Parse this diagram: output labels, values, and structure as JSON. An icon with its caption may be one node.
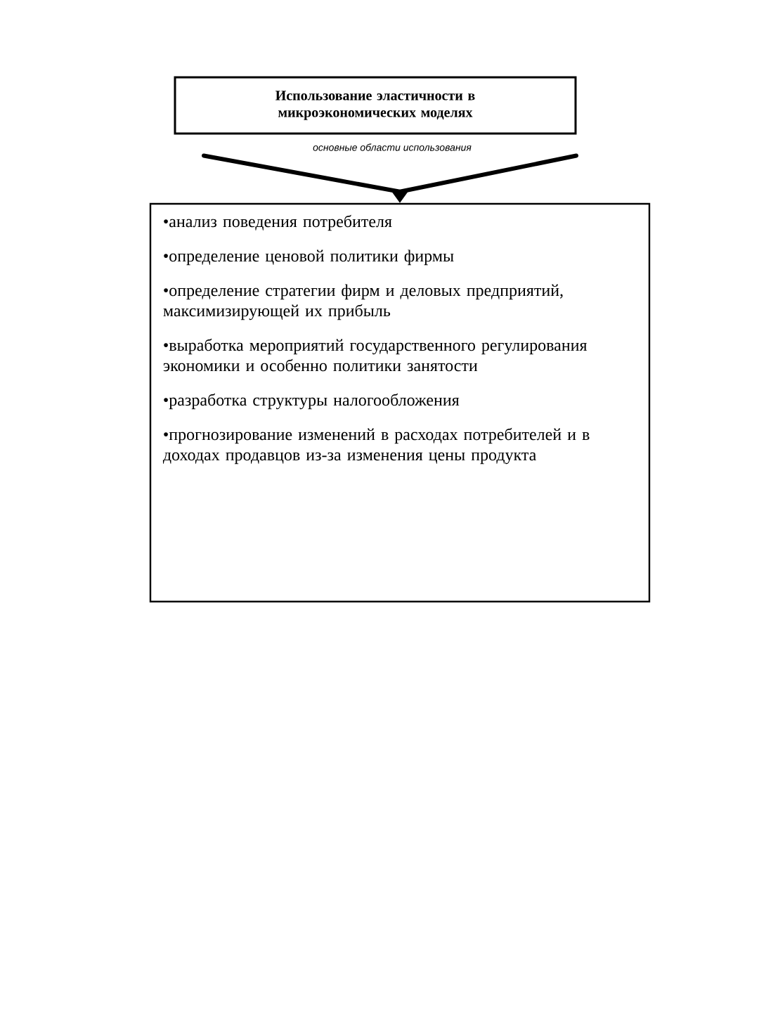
{
  "diagram": {
    "nodes": [
      {
        "text": [
          "Использование эластичности в микроэкономических моделях"
        ]
      },
      {
        "text": [
          "•анализ поведения потребителя",
          "•определение ценовой политики фирмы",
          "•определение стратегии фирм и деловых предприятий, максимизирующей их прибыль",
          "•выработка мероприятий государственного регулирования экономики и особенно политики занятости",
          "•разработка структуры налогообложения",
          "•прогнозирование изменений в расходах потребителей и в доходах продавцов из-за изменения цены продукта"
        ]
      }
    ],
    "edges": [
      {
        "from": 0,
        "to": 1,
        "arrow": "to",
        "label": "основные области использования"
      }
    ]
  }
}
